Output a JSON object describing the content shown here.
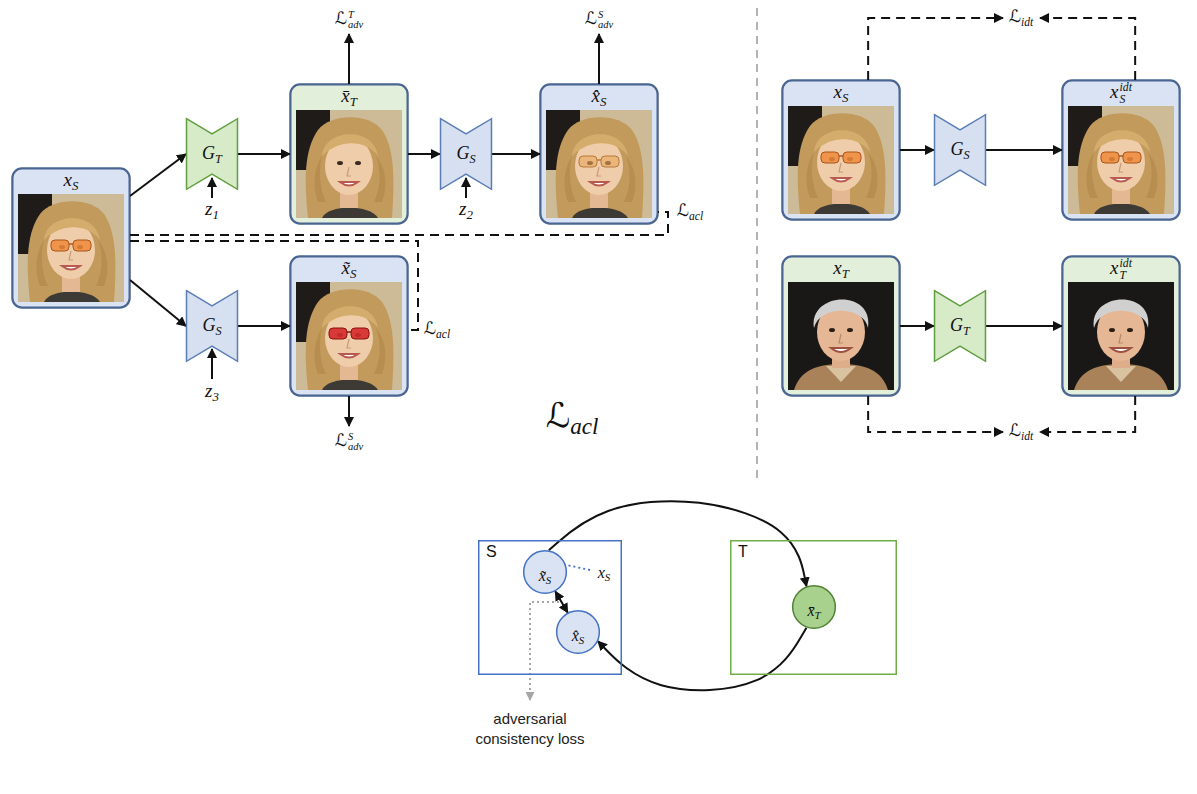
{
  "diagram": {
    "nodes": [
      {
        "text": [
          "xS"
        ]
      },
      {
        "text": [
          "GT"
        ]
      },
      {
        "text": [
          "x̄T"
        ]
      },
      {
        "text": [
          "GS"
        ]
      },
      {
        "text": [
          "x̂S"
        ]
      },
      {
        "text": [
          "GS"
        ]
      },
      {
        "text": [
          "x̃S"
        ]
      },
      {
        "text": [
          "xS"
        ]
      },
      {
        "text": [
          "GS"
        ]
      },
      {
        "text": [
          "xSidt"
        ]
      },
      {
        "text": [
          "xT"
        ]
      },
      {
        "text": [
          "GT"
        ]
      },
      {
        "text": [
          "xTidt"
        ]
      },
      {
        "text": [
          "S"
        ]
      },
      {
        "text": [
          "x̃S"
        ],
        "in": 13
      },
      {
        "text": [
          "x̂S"
        ],
        "in": 13
      },
      {
        "text": [
          "T"
        ]
      },
      {
        "text": [
          "x̄T"
        ],
        "in": 16
      }
    ],
    "edges": [
      {
        "from": 0,
        "to": 1,
        "arrow": "to"
      },
      {
        "from": 1,
        "to": 2,
        "arrow": "to"
      },
      {
        "from": 2,
        "to": 3,
        "arrow": "to"
      },
      {
        "from": 3,
        "to": 4,
        "arrow": "to"
      },
      {
        "from": 0,
        "to": 5,
        "arrow": "to"
      },
      {
        "from": 5,
        "to": 6,
        "arrow": "to"
      },
      {
        "from": 0,
        "to": 4,
        "arrow": "none",
        "label": "ℒacl"
      },
      {
        "from": 0,
        "to": 6,
        "arrow": "none",
        "label": "ℒacl"
      },
      {
        "from": 7,
        "to": 8,
        "arrow": "to"
      },
      {
        "from": 8,
        "to": 9,
        "arrow": "to"
      },
      {
        "from": 10,
        "to": 11,
        "arrow": "to"
      },
      {
        "from": 11,
        "to": 12,
        "arrow": "to"
      },
      {
        "from": 7,
        "to": 9,
        "arrow": "none",
        "label": "ℒidt"
      },
      {
        "from": 10,
        "to": 12,
        "arrow": "none",
        "label": "ℒidt"
      },
      {
        "from": 14,
        "to": 17,
        "arrow": "to"
      },
      {
        "from": 17,
        "to": 15,
        "arrow": "to"
      },
      {
        "from": 14,
        "to": 15,
        "arrow": "both"
      }
    ],
    "labels": [
      "ℒTadv",
      "ℒSadv",
      "z1",
      "z2",
      "z3",
      "ℒSadv",
      "ℒacl",
      "xS",
      "adversarial consistency loss"
    ]
  }
}
